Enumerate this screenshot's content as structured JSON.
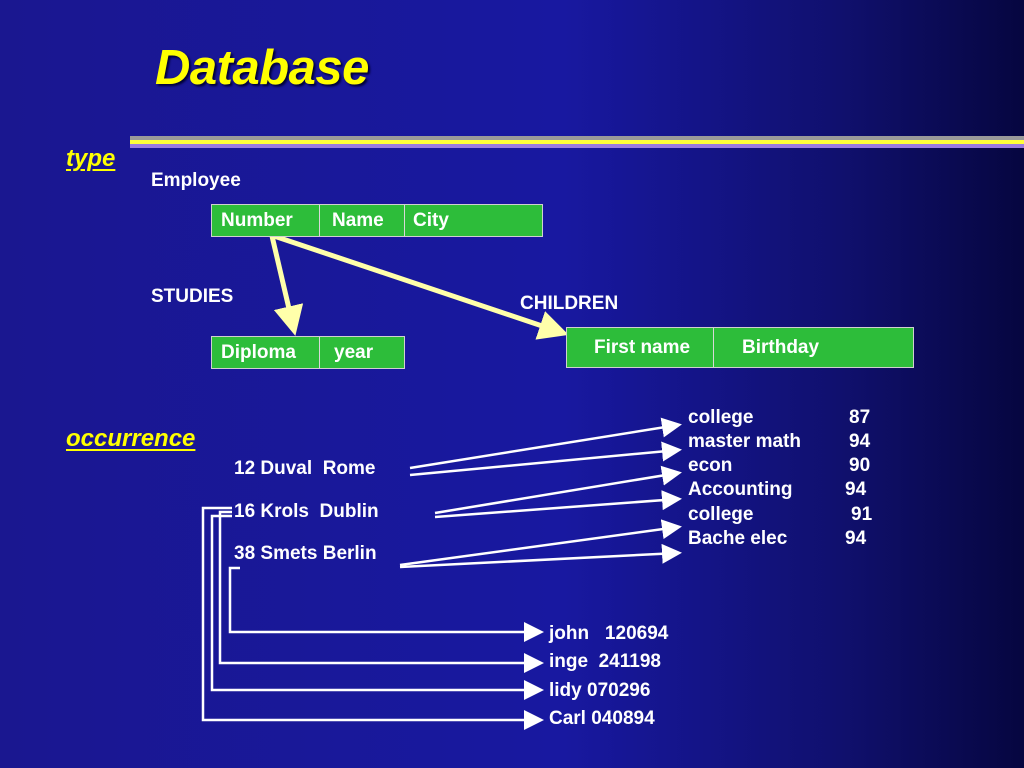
{
  "title": "Database",
  "sections": {
    "type": "type",
    "occurrence": "occurrence"
  },
  "entities": {
    "employee": {
      "label": "Employee",
      "fields": [
        "Number",
        "Name",
        "City"
      ]
    },
    "studies": {
      "label": "STUDIES",
      "fields": [
        "Diploma",
        "year"
      ]
    },
    "children": {
      "label": "CHILDREN",
      "fields": [
        "First name",
        "Birthday"
      ]
    }
  },
  "occurrences": {
    "employees": [
      "12 Duval  Rome",
      "16 Krols  Dublin",
      "38 Smets Berlin"
    ],
    "studies": [
      {
        "diploma": "college",
        "year": "87"
      },
      {
        "diploma": "master math",
        "year": "94"
      },
      {
        "diploma": "econ",
        "year": "90"
      },
      {
        "diploma": "Accounting",
        "year": "94"
      },
      {
        "diploma": "college",
        "year": "91"
      },
      {
        "diploma": "Bache elec",
        "year": "94"
      }
    ],
    "children": [
      "john   120694",
      "inge  241198",
      "lidy 070296",
      "Carl 040894"
    ]
  },
  "colors": {
    "title": "#ffff00",
    "table_fill": "#2dbd3a",
    "arrow": "#ffffaa",
    "connector": "#ffffff",
    "background": "#1818a0"
  }
}
